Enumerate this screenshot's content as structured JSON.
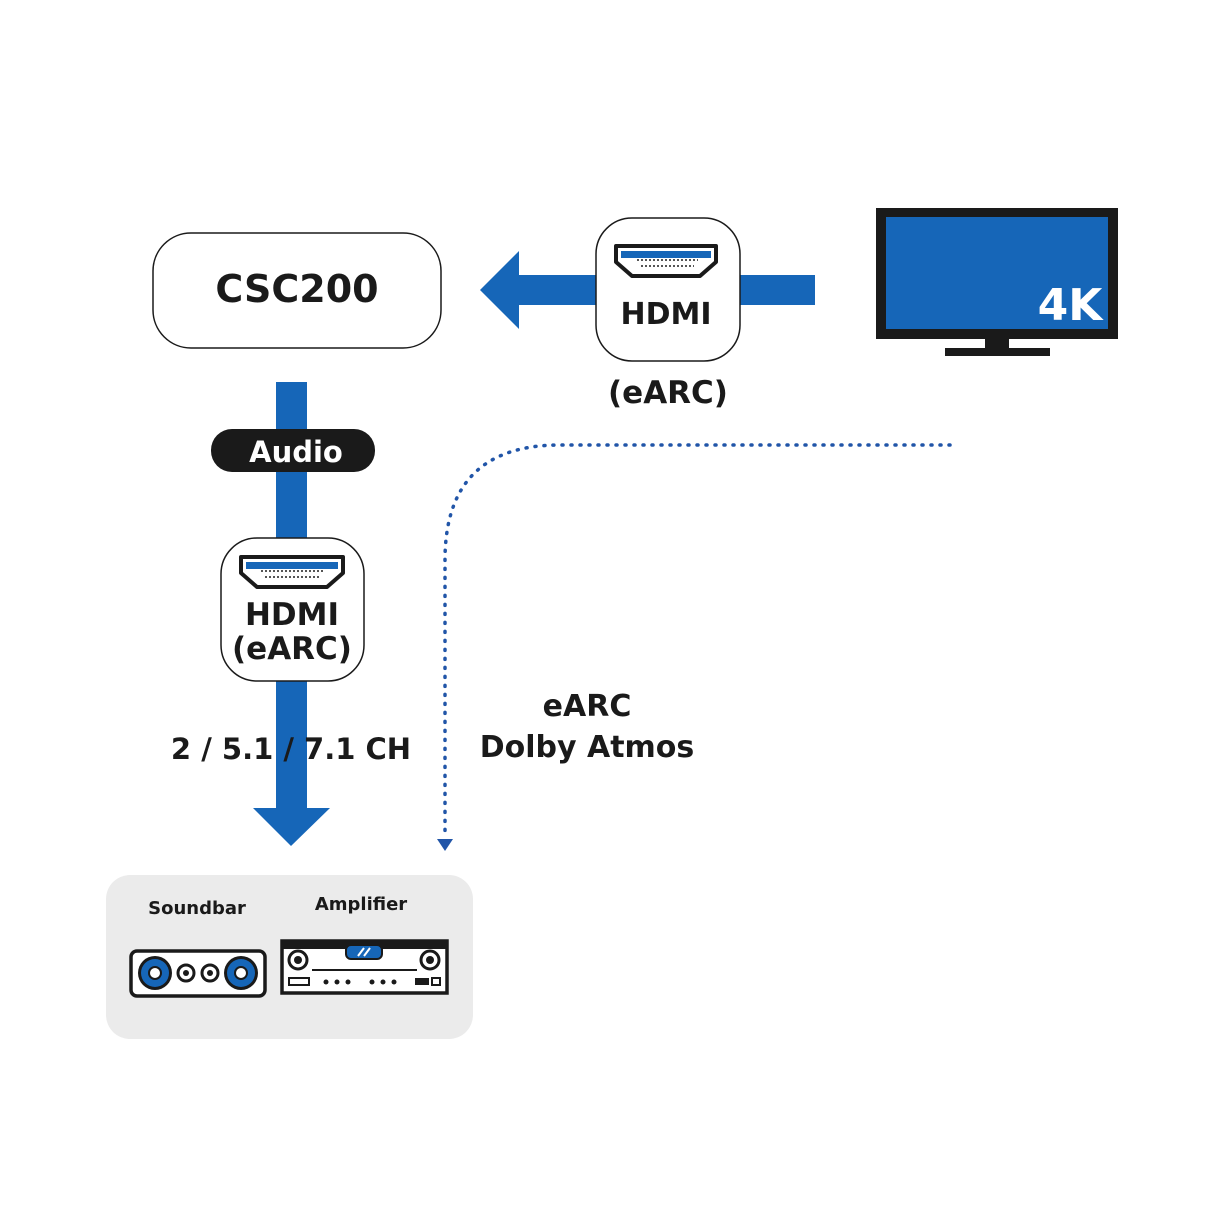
{
  "device": {
    "label": "CSC200"
  },
  "tv": {
    "badge": "4K"
  },
  "connector_top": {
    "label": "HDMI",
    "caption": "(eARC)"
  },
  "audio_pill": {
    "label": "Audio"
  },
  "connector_side": {
    "line1": "HDMI",
    "line2": "(eARC)"
  },
  "channels": {
    "label": "2 / 5.1 / 7.1 CH"
  },
  "earc_note": {
    "line1": "eARC",
    "line2": "Dolby Atmos"
  },
  "outputs": {
    "soundbar_label": "Soundbar",
    "amplifier_label": "Amplifier"
  },
  "colors": {
    "accent": "#1666b8",
    "dotted": "#2155a8",
    "dark": "#1a1a1a",
    "panel": "#ebebeb",
    "pill": "#1a1a1a"
  },
  "icons": [
    "hdmi-port-icon",
    "tv-icon",
    "soundbar-icon",
    "amplifier-icon",
    "arrow-left-icon",
    "arrow-down-icon"
  ]
}
